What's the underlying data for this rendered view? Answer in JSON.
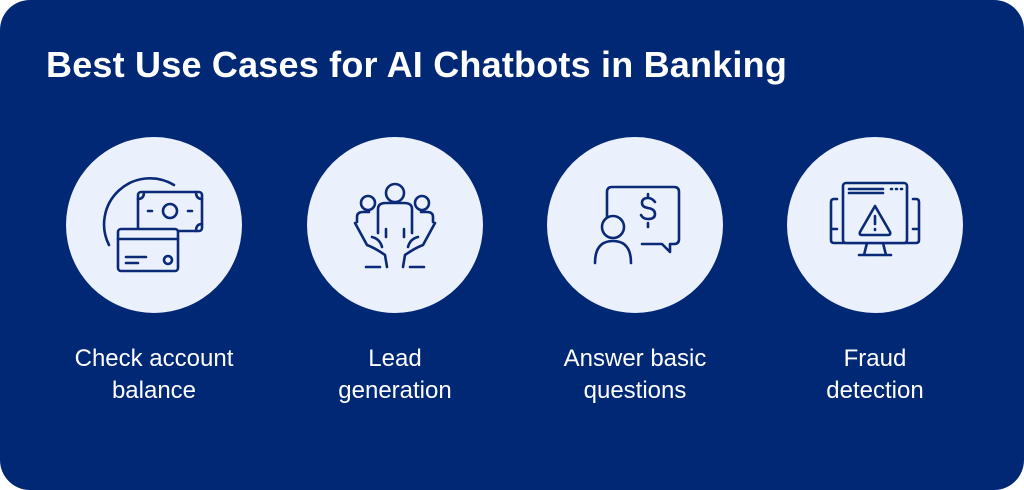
{
  "title": "Best Use Cases for AI Chatbots in Banking",
  "colors": {
    "background": "#012875",
    "circle": "#ebf1fc",
    "icon": "#0a2a78"
  },
  "items": [
    {
      "icon": "money-card-icon",
      "line1": "Check account",
      "line2": "balance"
    },
    {
      "icon": "team-hands-icon",
      "line1": "Lead",
      "line2": "generation"
    },
    {
      "icon": "person-chat-dollar-icon",
      "line1": "Answer basic",
      "line2": "questions"
    },
    {
      "icon": "monitor-warning-icon",
      "line1": "Fraud",
      "line2": "detection"
    }
  ]
}
